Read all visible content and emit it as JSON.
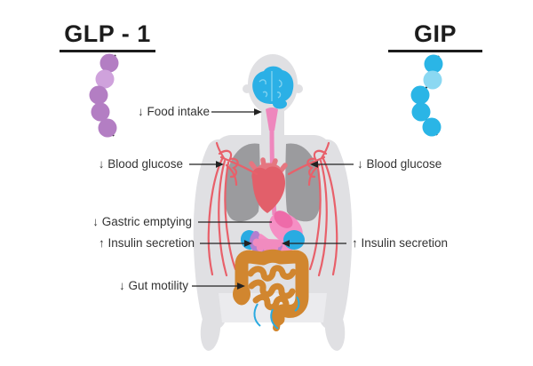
{
  "titles": {
    "glp1": "GLP - 1",
    "gip": "GIP"
  },
  "labels": {
    "food_intake": "↓ Food intake",
    "blood_glucose_left": "↓ Blood glucose",
    "blood_glucose_right": "↓ Blood glucose",
    "gastric_emptying": "↓ Gastric emptying",
    "insulin_secretion_left": "↑ Insulin secretion",
    "insulin_secretion_right": "↑ Insulin secretion",
    "gut_motility": "↓ Gut motility"
  },
  "molecules": {
    "glp1_beads": 5,
    "gip_beads": 5
  },
  "colors": {
    "glp1_bead": "#b37ec3",
    "glp1_bead_light": "#cfa2dc",
    "gip_bead": "#2ab5e6",
    "gip_bead_light": "#8bd8f2",
    "body": "#e0e0e3",
    "body_lower": "#ebebee",
    "brain": "#2bb0e6",
    "brain_detail": "#7fd2f0",
    "lungs": "#9b9b9e",
    "heart": "#e25f6a",
    "heart_vessels": "#e57680",
    "arteries": "#e8606a",
    "esophagus": "#ee87bd",
    "stomach": "#f58fc4",
    "stomach_dark": "#ee6ba9",
    "duodenum": "#b27fd0",
    "cyan_organ": "#29abe2",
    "pancreas": "#f18bbf",
    "intestine": "#d1862f",
    "annotation_line": "#222222"
  }
}
